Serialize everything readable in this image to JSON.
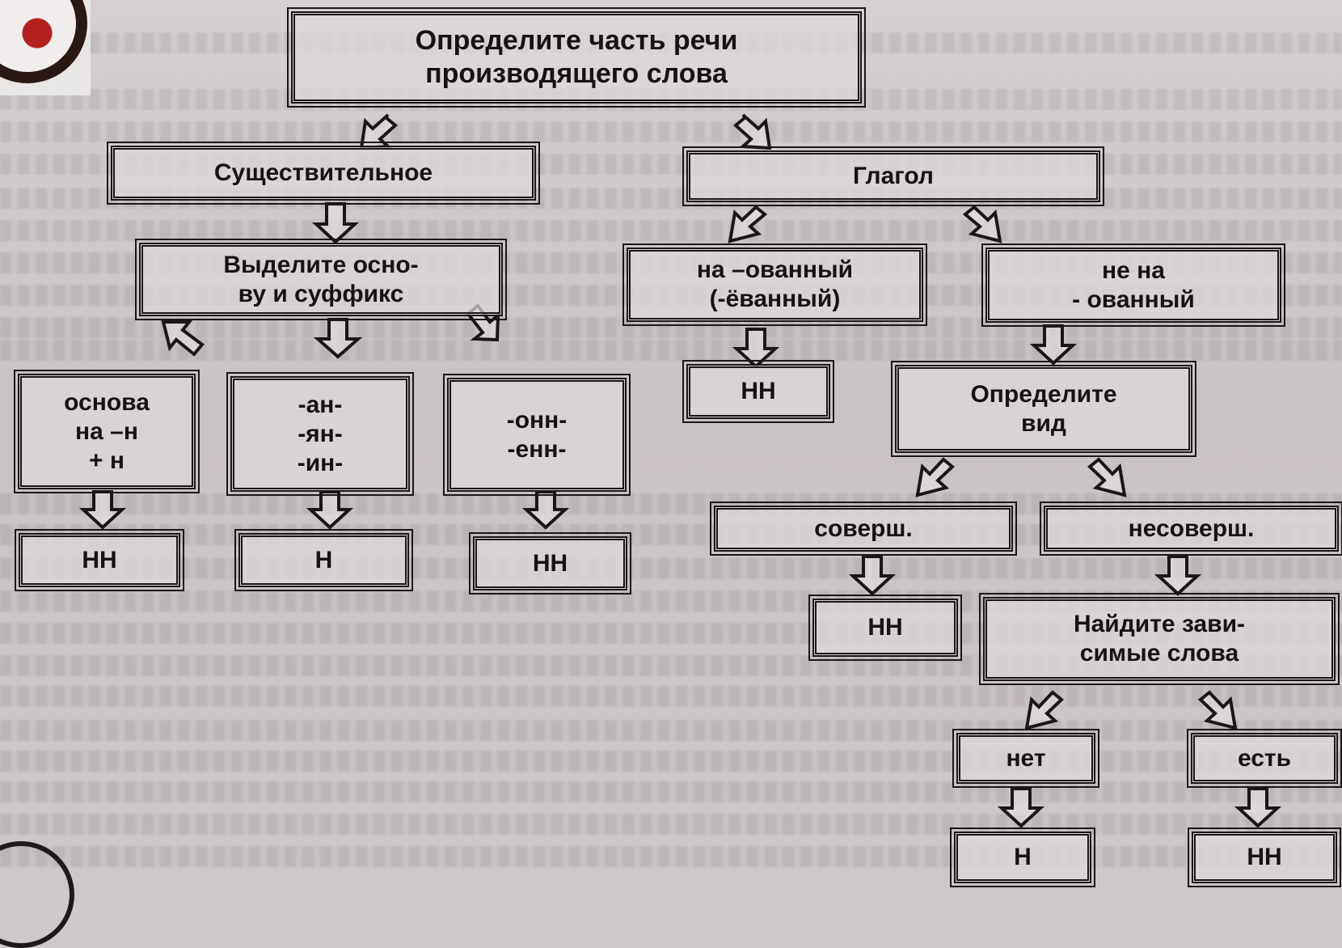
{
  "diagram": {
    "root": "Определите часть речи\nпроизводящего слова",
    "noun": "Существительное",
    "verb": "Глагол",
    "stem_suffix": "Выделите осно-\nву и суффикс",
    "ovanny": "на –ованный\n(-ёванный)",
    "not_ovanny": "не на\n- ованный",
    "stem_n": "основа\nна –н\n+ н",
    "an_yan_in": "-ан-\n-ян-\n-ин-",
    "onn_enn": "-онн-\n-енн-",
    "result_stem_n": "НН",
    "result_an": "Н",
    "result_onn": "НН",
    "result_ovanny": "НН",
    "aspect": "Определите\nвид",
    "perfective": "соверш.",
    "imperfective": "несоверш.",
    "result_perfective": "НН",
    "dependents": "Найдите зави-\nсимые слова",
    "no": "нет",
    "yes": "есть",
    "result_no": "Н",
    "result_yes": "НН"
  },
  "colors": {
    "paper": "#cfc9cd",
    "ink": "#1a1718"
  }
}
